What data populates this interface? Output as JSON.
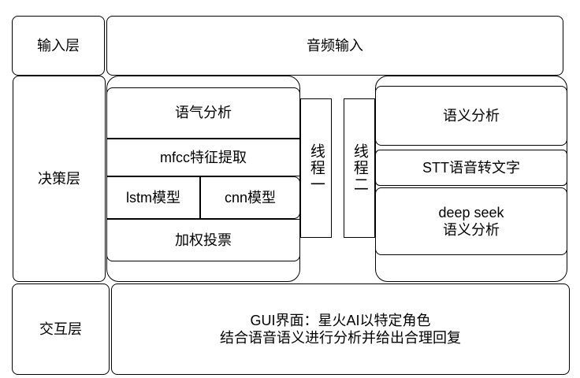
{
  "layers": {
    "input": "输入层",
    "decision": "决策层",
    "interaction": "交互层"
  },
  "input_layer": {
    "audio_input": "音频输入"
  },
  "left_group": {
    "tone_analysis": "语气分析",
    "mfcc": "mfcc特征提取",
    "lstm": "lstm模型",
    "cnn": "cnn模型",
    "voting": "加权投票"
  },
  "threads": {
    "thread_one": "线程一",
    "thread_two": "线程二"
  },
  "right_group": {
    "semantic_analysis": "语义分析",
    "stt": "STT语音转文字",
    "deepseek": "deep seek\n语义分析"
  },
  "interaction_layer": {
    "gui_text": "GUI界面：星火AI以特定角色\n结合语音语义进行分析并给出合理回复"
  }
}
